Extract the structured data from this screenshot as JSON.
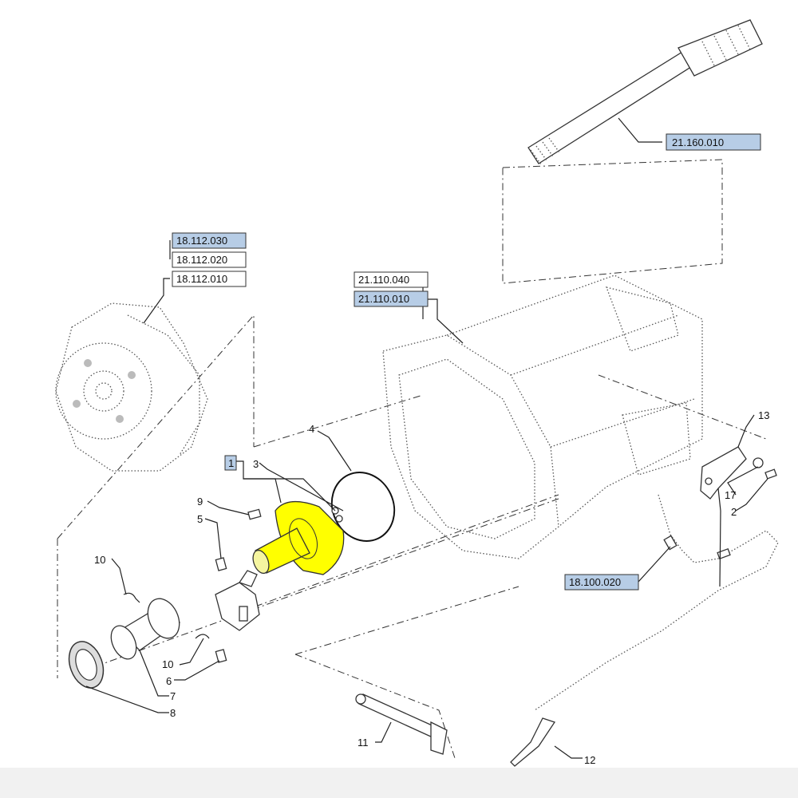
{
  "references": {
    "r_21_160_010": "21.160.010",
    "r_18_112_030": "18.112.030",
    "r_18_112_020": "18.112.020",
    "r_18_112_010": "18.112.010",
    "r_21_110_040": "21.110.040",
    "r_21_110_010": "21.110.010",
    "r_18_100_020": "18.100.020"
  },
  "highlighted_references": [
    "21.160.010",
    "18.112.030",
    "21.110.010",
    "18.100.020"
  ],
  "callouts": {
    "c1": "1",
    "c2": "2",
    "c3": "3",
    "c4": "4",
    "c5": "5",
    "c6": "6",
    "c7": "7",
    "c8": "8",
    "c9": "9",
    "c10a": "10",
    "c10b": "10",
    "c11": "11",
    "c12": "12",
    "c13": "13",
    "c17": "17"
  },
  "colors": {
    "highlight_fill": "#b7cde6",
    "highlight_border": "#333333",
    "selected_part": "#ffff00",
    "footer": "#f1f1f1"
  }
}
